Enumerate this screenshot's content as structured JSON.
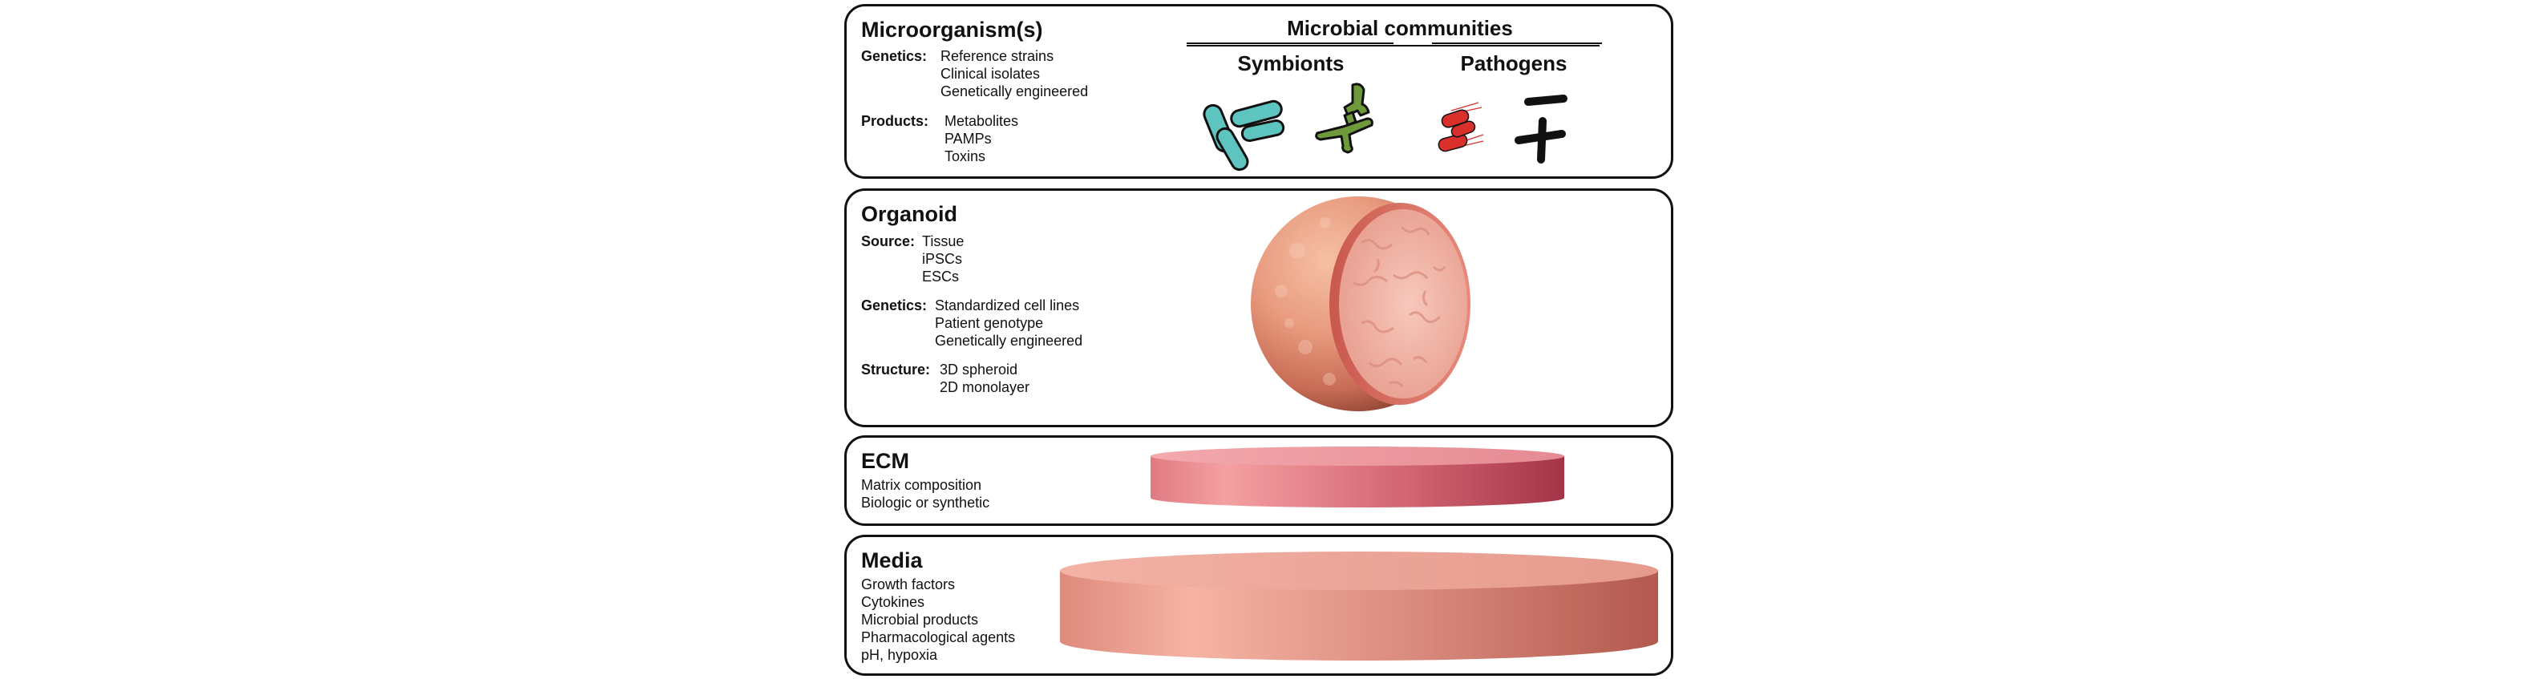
{
  "microorganisms": {
    "title": "Microorganism(s)",
    "genetics_label": "Genetics:",
    "genetics_items": [
      "Reference strains",
      "Clinical isolates",
      "Genetically engineered"
    ],
    "products_label": "Products:",
    "products_items": [
      "Metabolites",
      "PAMPs",
      "Toxins"
    ],
    "communities_title": "Microbial communities",
    "symbionts_title": "Symbionts",
    "pathogens_title": "Pathogens"
  },
  "organoid": {
    "title": "Organoid",
    "source_label": "Source:",
    "source_items": [
      "Tissue",
      "iPSCs",
      "ESCs"
    ],
    "genetics_label": "Genetics:",
    "genetics_items": [
      "Standardized cell lines",
      "Patient genotype",
      "Genetically engineered"
    ],
    "structure_label": "Structure:",
    "structure_items": [
      "3D spheroid",
      "2D monolayer"
    ]
  },
  "ecm": {
    "title": "ECM",
    "items": [
      "Matrix composition",
      "Biologic or synthetic"
    ]
  },
  "media": {
    "title": "Media",
    "items": [
      "Growth factors",
      "Cytokines",
      "Microbial products",
      "Pharmacological agents",
      "pH, hypoxia"
    ]
  },
  "colors": {
    "teal_bacteria": "#5ec4c0",
    "green_bacteria": "#6f9a3c",
    "red_bacteria": "#d9302c",
    "organoid_surface": "#e89a7e",
    "organoid_lumen": "#f1b3a6",
    "ecm_disc": "#e2707d",
    "media_disc": "#d98a7c"
  }
}
